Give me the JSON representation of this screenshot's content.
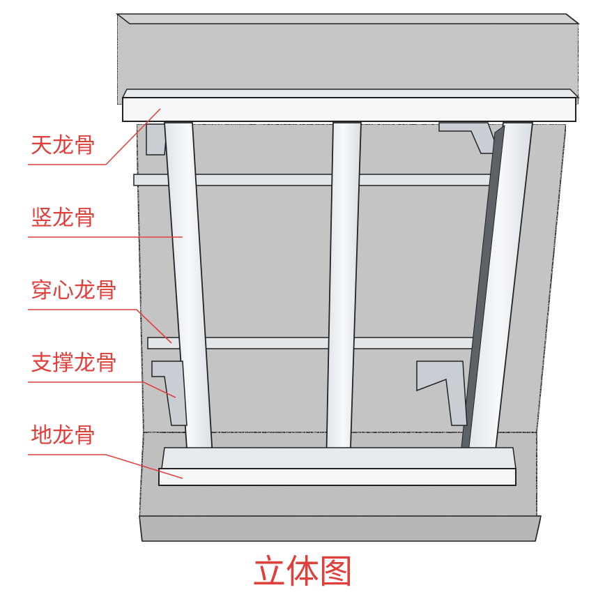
{
  "labels": {
    "ceiling_track": "天龙骨",
    "vertical_stud": "竖龙骨",
    "through_channel": "穿心龙骨",
    "support_brace": "支撑龙骨",
    "floor_track": "地龙骨"
  },
  "caption": "立体图",
  "colors": {
    "annotation": "#e0403c",
    "concrete": "#c9c9c9",
    "steel": "#eef1f4",
    "outline": "#222222"
  }
}
